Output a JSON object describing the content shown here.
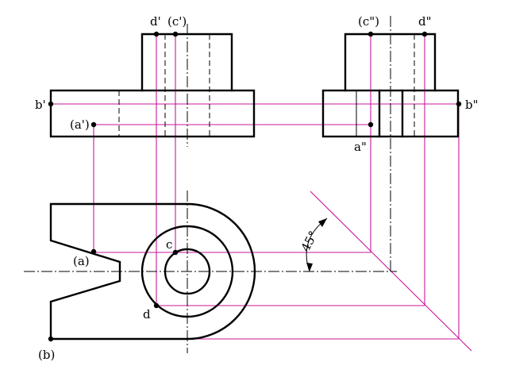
{
  "figure": {
    "colors": {
      "outline": "#000000",
      "projection": "#c8179b",
      "background": "#ffffff"
    },
    "labels": {
      "d_front": "d'",
      "c_front": "(c')",
      "c_side": "(c\")",
      "d_side": "d\"",
      "b_front": "b'",
      "b_side": "b\"",
      "a_front": "(a')",
      "a_side": "a\"",
      "a_top": "(a)",
      "c_top": "c",
      "d_top": "d",
      "b_top": "(b)",
      "angle": "45°"
    }
  }
}
